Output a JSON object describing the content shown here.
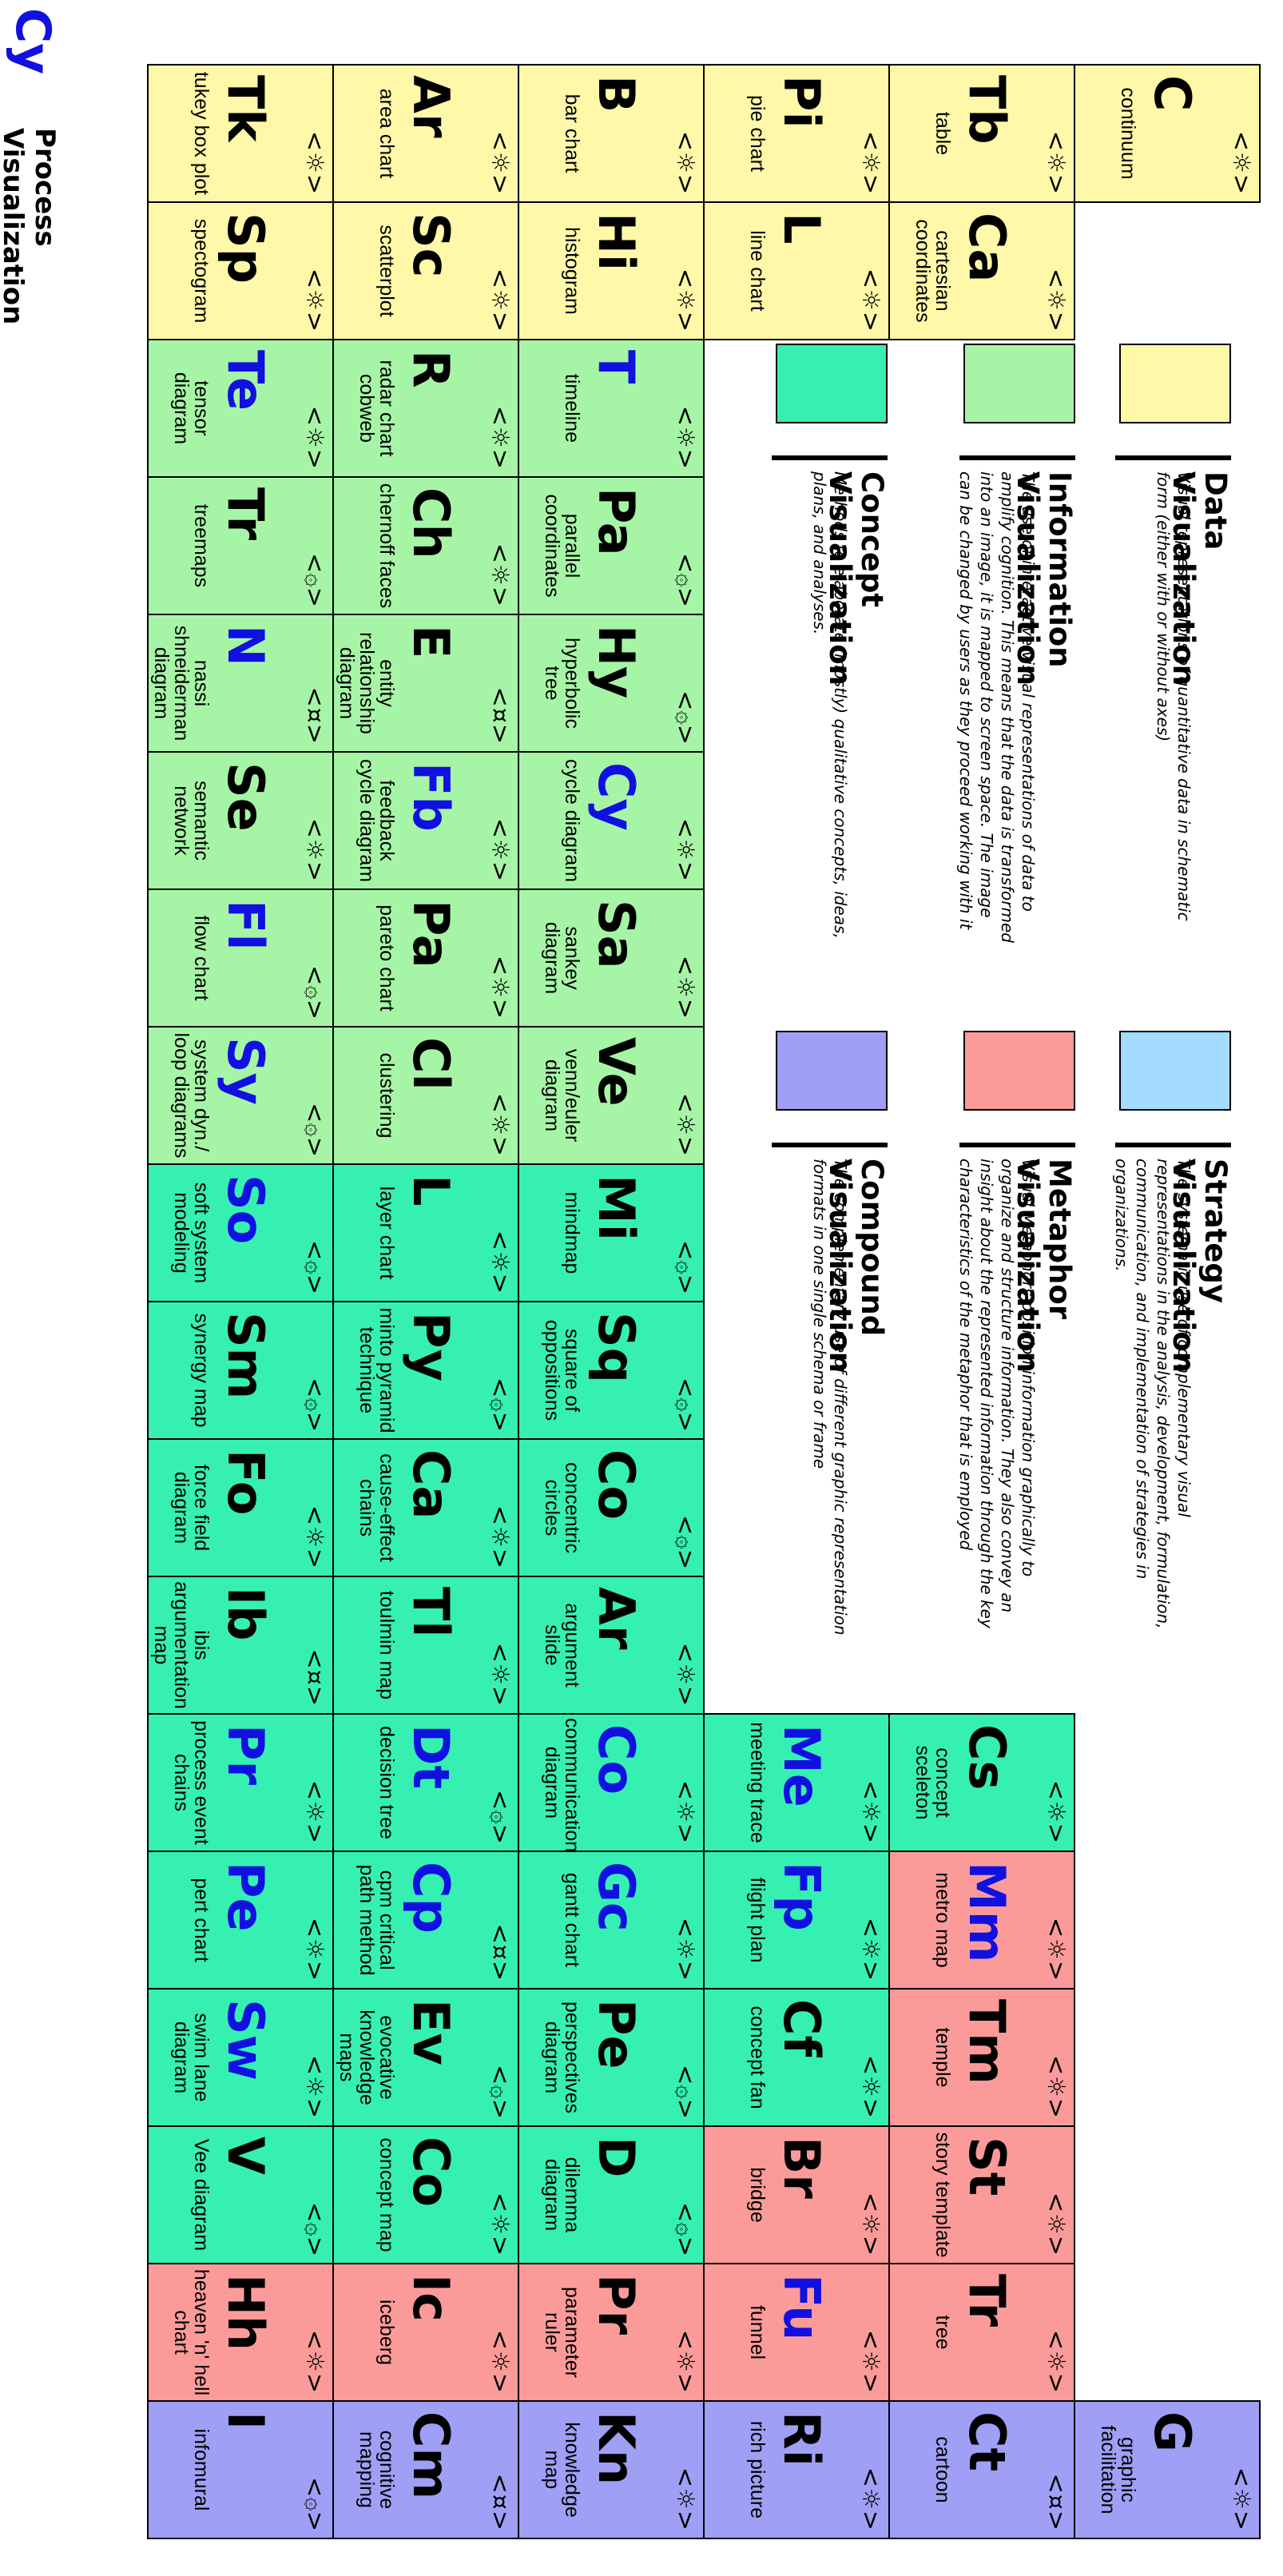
{
  "legend": [
    {
      "title": "Data Visualization",
      "desc": "Visual representations of quantitative data in schematic form (either with or without axes)",
      "color": "#fff8a8"
    },
    {
      "title": "Strategy Visualization",
      "desc": "The systematic use of complementary visual representations in the analysis, development, formulation, communication, and implementation of strategies in organizations.",
      "color": "#a3dcff"
    },
    {
      "title": "Information Visualization",
      "desc": "The use of interactive visual representations of data to amplify cognition. This means that the data is transformed into an image, it is mapped to screen space. The image can be changed by users as they proceed working with it",
      "color": "#a6f5a6"
    },
    {
      "title": "Metaphor Visualization",
      "desc": "Visual Metaphors position information graphically to organize and structure information. They also convey an insight about the represented information through the key characteristics of the metaphor that is employed",
      "color": "#fb9b99"
    },
    {
      "title": "Concept Visualization",
      "desc": "Methods to elaborate (mostly) qualitative concepts, ideas, plans, and analyses.",
      "color": "#35f0b1"
    },
    {
      "title": "Compound Visualization",
      "desc": "The complementary use of different graphic representation formats in one single schema or frame",
      "color": "#9f9ff5"
    }
  ],
  "footer": {
    "symbol": "Cy",
    "line1": "Process",
    "line2": "Visualization"
  },
  "colors": {
    "data": "#fff8a8",
    "info": "#a6f5a6",
    "concept": "#35f0b1",
    "metaphor": "#fb9b99",
    "compound": "#9f9ff5",
    "blue": "#1010e0"
  },
  "cells": [
    {
      "sym": "C",
      "name": "continuum",
      "cat": "data",
      "icon": "sun",
      "blue": false,
      "col": 0,
      "row": 0
    },
    {
      "sym": "Tb",
      "name": "table",
      "cat": "data",
      "icon": "sun",
      "blue": false,
      "col": 0,
      "row": 1
    },
    {
      "sym": "Ca",
      "name": "cartesian coordinates",
      "cat": "data",
      "icon": "sun",
      "blue": false,
      "col": 1,
      "row": 1
    },
    {
      "sym": "Pi",
      "name": "pie chart",
      "cat": "data",
      "icon": "sun",
      "blue": false,
      "col": 0,
      "row": 2
    },
    {
      "sym": "L",
      "name": "line chart",
      "cat": "data",
      "icon": "sun",
      "blue": false,
      "col": 1,
      "row": 2
    },
    {
      "sym": "B",
      "name": "bar chart",
      "cat": "data",
      "icon": "sun",
      "blue": false,
      "col": 0,
      "row": 3
    },
    {
      "sym": "Hi",
      "name": "histogram",
      "cat": "data",
      "icon": "sun",
      "blue": false,
      "col": 1,
      "row": 3
    },
    {
      "sym": "Ar",
      "name": "area chart",
      "cat": "data",
      "icon": "sun",
      "blue": false,
      "col": 0,
      "row": 4
    },
    {
      "sym": "Sc",
      "name": "scatterplot",
      "cat": "data",
      "icon": "sun",
      "blue": false,
      "col": 1,
      "row": 4
    },
    {
      "sym": "Tk",
      "name": "tukey box plot",
      "cat": "data",
      "icon": "sun",
      "blue": false,
      "col": 0,
      "row": 5
    },
    {
      "sym": "Sp",
      "name": "spectogram",
      "cat": "data",
      "icon": "sun",
      "blue": false,
      "col": 1,
      "row": 5
    },
    {
      "sym": "T",
      "name": "timeline",
      "cat": "info",
      "icon": "sun",
      "blue": true,
      "col": 2,
      "row": 3
    },
    {
      "sym": "R",
      "name": "radar chart cobweb",
      "cat": "info",
      "icon": "sun",
      "blue": false,
      "col": 2,
      "row": 4
    },
    {
      "sym": "Te",
      "name": "tensor diagram",
      "cat": "info",
      "icon": "sun",
      "blue": true,
      "col": 2,
      "row": 5
    },
    {
      "sym": "Pa",
      "name": "parallel coordinates",
      "cat": "info",
      "icon": "gear",
      "blue": false,
      "col": 3,
      "row": 3
    },
    {
      "sym": "Ch",
      "name": "chernoff faces",
      "cat": "info",
      "icon": "sun",
      "blue": false,
      "col": 3,
      "row": 4
    },
    {
      "sym": "Tr",
      "name": "treemaps",
      "cat": "info",
      "icon": "gear",
      "blue": false,
      "col": 3,
      "row": 5
    },
    {
      "sym": "Hy",
      "name": "hyperbolic tree",
      "cat": "info",
      "icon": "gear",
      "blue": false,
      "col": 4,
      "row": 3
    },
    {
      "sym": "E",
      "name": "entity relationship diagram",
      "cat": "info",
      "icon": "cur",
      "blue": false,
      "col": 4,
      "row": 4
    },
    {
      "sym": "N",
      "name": "nassi shneiderman diagram",
      "cat": "info",
      "icon": "cur",
      "blue": true,
      "col": 4,
      "row": 5
    },
    {
      "sym": "Cy",
      "name": "cycle diagram",
      "cat": "info",
      "icon": "sun",
      "blue": true,
      "col": 5,
      "row": 3
    },
    {
      "sym": "Fb",
      "name": "feedback cycle diagram",
      "cat": "info",
      "icon": "sun",
      "blue": true,
      "col": 5,
      "row": 4
    },
    {
      "sym": "Se",
      "name": "semantic network",
      "cat": "info",
      "icon": "sun",
      "blue": false,
      "col": 5,
      "row": 5
    },
    {
      "sym": "Sa",
      "name": "sankey diagram",
      "cat": "info",
      "icon": "sun",
      "blue": false,
      "col": 6,
      "row": 3
    },
    {
      "sym": "Pa",
      "name": "pareto chart",
      "cat": "info",
      "icon": "sun",
      "blue": false,
      "col": 6,
      "row": 4
    },
    {
      "sym": "Fl",
      "name": "flow chart",
      "cat": "info",
      "icon": "gear",
      "blue": true,
      "col": 6,
      "row": 5
    },
    {
      "sym": "Ve",
      "name": "venn/euler diagram",
      "cat": "info",
      "icon": "sun",
      "blue": false,
      "col": 7,
      "row": 3
    },
    {
      "sym": "Cl",
      "name": "clustering",
      "cat": "info",
      "icon": "sun",
      "blue": false,
      "col": 7,
      "row": 4
    },
    {
      "sym": "Sy",
      "name": "system dyn./ loop diagrams",
      "cat": "info",
      "icon": "gear",
      "blue": true,
      "col": 7,
      "row": 5
    },
    {
      "sym": "Mi",
      "name": "mindmap",
      "cat": "concept",
      "icon": "gear",
      "blue": false,
      "col": 8,
      "row": 3
    },
    {
      "sym": "L",
      "name": "layer chart",
      "cat": "concept",
      "icon": "sun",
      "blue": false,
      "col": 8,
      "row": 4
    },
    {
      "sym": "So",
      "name": "soft system modeling",
      "cat": "concept",
      "icon": "gear",
      "blue": true,
      "col": 8,
      "row": 5
    },
    {
      "sym": "Sq",
      "name": "square of oppositions",
      "cat": "concept",
      "icon": "gear",
      "blue": false,
      "col": 9,
      "row": 3
    },
    {
      "sym": "Py",
      "name": "minto pyramid technique",
      "cat": "concept",
      "icon": "gear",
      "blue": false,
      "col": 9,
      "row": 4
    },
    {
      "sym": "Sm",
      "name": "synergy map",
      "cat": "concept",
      "icon": "gear",
      "blue": false,
      "col": 9,
      "row": 5
    },
    {
      "sym": "Co",
      "name": "concentric circles",
      "cat": "concept",
      "icon": "gear",
      "blue": false,
      "col": 10,
      "row": 3
    },
    {
      "sym": "Ca",
      "name": "cause-effect chains",
      "cat": "concept",
      "icon": "sun",
      "blue": false,
      "col": 10,
      "row": 4
    },
    {
      "sym": "Fo",
      "name": "force field diagram",
      "cat": "concept",
      "icon": "sun",
      "blue": false,
      "col": 10,
      "row": 5
    },
    {
      "sym": "Ar",
      "name": "argument slide",
      "cat": "concept",
      "icon": "sun",
      "blue": false,
      "col": 11,
      "row": 3
    },
    {
      "sym": "Tl",
      "name": "toulmin map",
      "cat": "concept",
      "icon": "sun",
      "blue": false,
      "col": 11,
      "row": 4
    },
    {
      "sym": "Ib",
      "name": "ibis argumentation map",
      "cat": "concept",
      "icon": "cur",
      "blue": false,
      "col": 11,
      "row": 5
    },
    {
      "sym": "Cs",
      "name": "concept sceleton",
      "cat": "concept",
      "icon": "sun",
      "blue": false,
      "col": 12,
      "row": 1
    },
    {
      "sym": "Me",
      "name": "meeting trace",
      "cat": "concept",
      "icon": "sun",
      "blue": true,
      "col": 12,
      "row": 2
    },
    {
      "sym": "Co",
      "name": "communication diagram",
      "cat": "concept",
      "icon": "sun",
      "blue": true,
      "col": 12,
      "row": 3
    },
    {
      "sym": "Dt",
      "name": "decision tree",
      "cat": "concept",
      "icon": "gear",
      "blue": true,
      "col": 12,
      "row": 4
    },
    {
      "sym": "Pr",
      "name": "process event chains",
      "cat": "concept",
      "icon": "sun",
      "blue": true,
      "col": 12,
      "row": 5
    },
    {
      "sym": "Mm",
      "name": "metro map",
      "cat": "metaphor",
      "icon": "sun",
      "blue": true,
      "col": 13,
      "row": 1
    },
    {
      "sym": "Fp",
      "name": "flight plan",
      "cat": "concept",
      "icon": "sun",
      "blue": true,
      "col": 13,
      "row": 2
    },
    {
      "sym": "Gc",
      "name": "gantt chart",
      "cat": "concept",
      "icon": "sun",
      "blue": true,
      "col": 13,
      "row": 3
    },
    {
      "sym": "Cp",
      "name": "cpm critical path method",
      "cat": "concept",
      "icon": "cur",
      "blue": true,
      "col": 13,
      "row": 4
    },
    {
      "sym": "Pe",
      "name": "pert chart",
      "cat": "concept",
      "icon": "sun",
      "blue": true,
      "col": 13,
      "row": 5
    },
    {
      "sym": "Tm",
      "name": "temple",
      "cat": "metaphor",
      "icon": "sun",
      "blue": false,
      "col": 14,
      "row": 1
    },
    {
      "sym": "Cf",
      "name": "concept fan",
      "cat": "concept",
      "icon": "sun",
      "blue": false,
      "col": 14,
      "row": 2
    },
    {
      "sym": "Pe",
      "name": "perspectives diagram",
      "cat": "concept",
      "icon": "gear",
      "blue": false,
      "col": 14,
      "row": 3
    },
    {
      "sym": "Ev",
      "name": "evocative knowledge maps",
      "cat": "concept",
      "icon": "gear",
      "blue": false,
      "col": 14,
      "row": 4
    },
    {
      "sym": "Sw",
      "name": "swim lane diagram",
      "cat": "concept",
      "icon": "sun",
      "blue": true,
      "col": 14,
      "row": 5
    },
    {
      "sym": "St",
      "name": "story template",
      "cat": "metaphor",
      "icon": "sun",
      "blue": false,
      "col": 15,
      "row": 1
    },
    {
      "sym": "Br",
      "name": "bridge",
      "cat": "metaphor",
      "icon": "sun",
      "blue": false,
      "col": 15,
      "row": 2
    },
    {
      "sym": "D",
      "name": "dilemma diagram",
      "cat": "concept",
      "icon": "gear",
      "blue": false,
      "col": 15,
      "row": 3
    },
    {
      "sym": "Co",
      "name": "concept map",
      "cat": "concept",
      "icon": "sun",
      "blue": false,
      "col": 15,
      "row": 4
    },
    {
      "sym": "V",
      "name": "Vee diagram",
      "cat": "concept",
      "icon": "gear",
      "blue": false,
      "col": 15,
      "row": 5
    },
    {
      "sym": "Tr",
      "name": "tree",
      "cat": "metaphor",
      "icon": "sun",
      "blue": false,
      "col": 16,
      "row": 1
    },
    {
      "sym": "Fu",
      "name": "funnel",
      "cat": "metaphor",
      "icon": "sun",
      "blue": true,
      "col": 16,
      "row": 2
    },
    {
      "sym": "Pr",
      "name": "parameter ruler",
      "cat": "metaphor",
      "icon": "sun",
      "blue": false,
      "col": 16,
      "row": 3
    },
    {
      "sym": "Ic",
      "name": "iceberg",
      "cat": "metaphor",
      "icon": "sun",
      "blue": false,
      "col": 16,
      "row": 4
    },
    {
      "sym": "Hh",
      "name": "heaven 'n' hell chart",
      "cat": "metaphor",
      "icon": "sun",
      "blue": false,
      "col": 16,
      "row": 5
    },
    {
      "sym": "G",
      "name": "graphic facilitation",
      "cat": "compound",
      "icon": "sun",
      "blue": false,
      "col": 17,
      "row": 0
    },
    {
      "sym": "Ct",
      "name": "cartoon",
      "cat": "compound",
      "icon": "cur",
      "blue": false,
      "col": 17,
      "row": 1
    },
    {
      "sym": "Ri",
      "name": "rich picture",
      "cat": "compound",
      "icon": "sun",
      "blue": false,
      "col": 17,
      "row": 2
    },
    {
      "sym": "Kn",
      "name": "knowledge map",
      "cat": "compound",
      "icon": "sun",
      "blue": false,
      "col": 17,
      "row": 3
    },
    {
      "sym": "Cm",
      "name": "cognitive mapping",
      "cat": "compound",
      "icon": "cur",
      "blue": false,
      "col": 17,
      "row": 4
    },
    {
      "sym": "I",
      "name": "infomural",
      "cat": "compound",
      "icon": "gear",
      "blue": false,
      "col": 17,
      "row": 5
    }
  ]
}
